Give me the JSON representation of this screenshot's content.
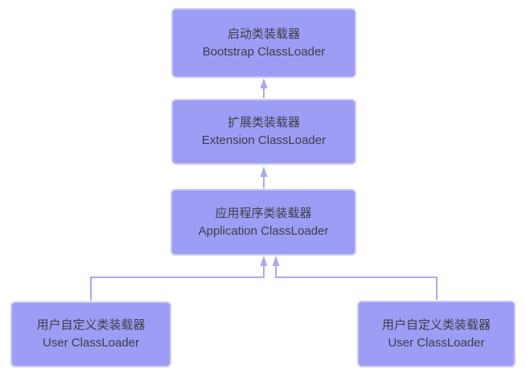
{
  "diagram": {
    "type": "hierarchy",
    "background_color": "#ffffff",
    "colors": {
      "node_fill": "#9d9df5",
      "node_border": "#c9c9fa",
      "node_text": "#3d3d46",
      "connector": "#a9a9f7"
    },
    "nodes": [
      {
        "id": "bootstrap",
        "label_zh": "启动类装载器",
        "label_en": "Bootstrap ClassLoader"
      },
      {
        "id": "extension",
        "label_zh": "扩展类装载器",
        "label_en": "Extension ClassLoader"
      },
      {
        "id": "application",
        "label_zh": "应用程序类装载器",
        "label_en": "Application ClassLoader"
      },
      {
        "id": "user-left",
        "label_zh": "用户自定义类装载器",
        "label_en": "User ClassLoader"
      },
      {
        "id": "user-right",
        "label_zh": "用户自定义类装载器",
        "label_en": "User ClassLoader"
      }
    ],
    "edges": [
      {
        "from": "extension",
        "to": "bootstrap",
        "style": "straight-arrow-up"
      },
      {
        "from": "application",
        "to": "extension",
        "style": "straight-arrow-up"
      },
      {
        "from": "user-left",
        "to": "application",
        "style": "elbow-arrow-up"
      },
      {
        "from": "user-right",
        "to": "application",
        "style": "elbow-arrow-up"
      }
    ]
  }
}
